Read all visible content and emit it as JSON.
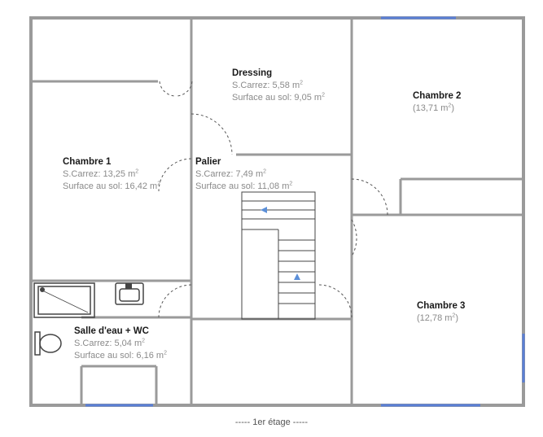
{
  "plan_title": "----- 1er étage -----",
  "rooms": {
    "dressing": {
      "name": "Dressing",
      "carrez": "S.Carrez: 5,58 m",
      "sol": "Surface au sol: 9,05 m"
    },
    "chambre2": {
      "name": "Chambre 2",
      "area": "(13,71 m"
    },
    "chambre1": {
      "name": "Chambre 1",
      "carrez": "S.Carrez: 13,25 m",
      "sol": "Surface au sol: 16,42 m"
    },
    "palier": {
      "name": "Palier",
      "carrez": "S.Carrez: 7,49 m",
      "sol": "Surface au sol: 11,08 m"
    },
    "chambre3": {
      "name": "Chambre 3",
      "area": "(12,78 m"
    },
    "salle": {
      "name": "Salle d'eau + WC",
      "carrez": "S.Carrez: 5,04 m",
      "sol": "Surface au sol: 6,16 m"
    }
  },
  "unit_sup": "2",
  "area_close": ")",
  "colors": {
    "wall": "#9a9a9a",
    "window": "#5a7fd6",
    "stair_arrow": "#5b8fd8",
    "text": "#1a1a1a",
    "area_text": "#8a8a8a"
  }
}
